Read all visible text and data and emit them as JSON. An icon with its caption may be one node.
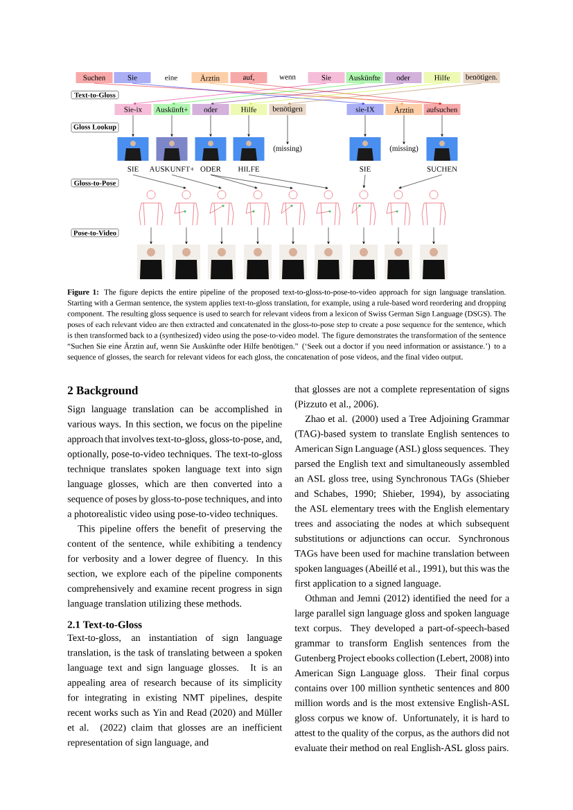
{
  "diagram": {
    "caption": "**Figure 1:** The figure depicts the entire pipeline of the proposed text-to-gloss-to-pose-to-video approach for sign language translation. Starting with a German sentence, the system applies text-to-gloss translation, for example, using a rule-based word reordering and dropping component. The resulting gloss sequence is used to search for relevant videos from a lexicon of Swiss German Sign Language (DSGS). The poses of each relevant video are then extracted and concatenated in the gloss-to-pose step to create a pose sequence for the sentence, which is then transformed back to a (synthesized) video using the pose-to-video model. The figure demonstrates the transformation of the sentence “Suchen Sie eine Ärztin auf, wenn Sie Auskünfte oder Hilfe benötigen.” (‘Seek out a doctor if you need information or assistance.’) to a sequence of glosses, the search for relevant videos for each gloss, the concatenation of pose videos, and the final video output.",
    "nodes": [
      {
        "text": [
          "Suchen"
        ]
      },
      {
        "text": [
          "Sie"
        ]
      },
      {
        "text": [
          "Ärztin"
        ]
      },
      {
        "text": [
          "auf,"
        ]
      },
      {
        "text": [
          "Sie"
        ]
      },
      {
        "text": [
          "Auskünfte"
        ]
      },
      {
        "text": [
          "oder"
        ]
      },
      {
        "text": [
          "Hilfe"
        ]
      },
      {
        "text": [
          "benötigen."
        ]
      },
      {
        "text": [
          "Sie-ix"
        ]
      },
      {
        "text": [
          "Auskünft+"
        ]
      },
      {
        "text": [
          "oder"
        ]
      },
      {
        "text": [
          "Hilfe"
        ]
      },
      {
        "text": [
          "benötigen"
        ]
      },
      {
        "text": [
          "sie-IX"
        ]
      },
      {
        "text": [
          "Ärztin"
        ]
      },
      {
        "text": [
          "aufsuchen"
        ]
      },
      {
        "text": [],
        "shape": "picture",
        "beside": [
          "SIE"
        ]
      },
      {
        "text": [],
        "shape": "picture",
        "beside": [
          "AUSKUNFT+"
        ]
      },
      {
        "text": [],
        "shape": "picture",
        "beside": [
          "ODER"
        ]
      },
      {
        "text": [],
        "shape": "picture",
        "beside": [
          "HILFE"
        ]
      },
      {
        "text": [
          "(missing)"
        ]
      },
      {
        "text": [],
        "shape": "picture",
        "beside": [
          "SIE"
        ]
      },
      {
        "text": [
          "(missing)"
        ]
      },
      {
        "text": [],
        "shape": "picture",
        "beside": [
          "SUCHEN"
        ]
      },
      {
        "text": [],
        "shape": "picture"
      },
      {
        "text": [],
        "shape": "picture"
      },
      {
        "text": [],
        "shape": "picture"
      },
      {
        "text": [],
        "shape": "picture"
      },
      {
        "text": [],
        "shape": "picture"
      },
      {
        "text": [],
        "shape": "picture"
      },
      {
        "text": [],
        "shape": "picture"
      },
      {
        "text": [],
        "shape": "picture"
      },
      {
        "text": [],
        "shape": "picture"
      },
      {
        "text": [],
        "shape": "picture"
      },
      {
        "text": [],
        "shape": "picture"
      },
      {
        "text": [],
        "shape": "picture"
      },
      {
        "text": [],
        "shape": "picture"
      },
      {
        "text": [],
        "shape": "picture"
      },
      {
        "text": [],
        "shape": "picture"
      },
      {
        "text": [],
        "shape": "picture"
      },
      {
        "text": [],
        "shape": "picture"
      },
      {
        "text": [],
        "shape": "picture"
      },
      {
        "text": [
          "Text-to-Gloss"
        ]
      },
      {
        "text": [
          "Gloss Lookup"
        ]
      },
      {
        "text": [
          "Gloss-to-Pose"
        ]
      },
      {
        "text": [
          "Pose-to-Video"
        ]
      }
    ],
    "edges": [
      {
        "from": 0,
        "to": 16,
        "arrow": "to",
        "color": "#e8202a"
      },
      {
        "from": 1,
        "to": 14,
        "arrow": "to",
        "color": "#2626e0"
      },
      {
        "from": 2,
        "to": 15,
        "arrow": "to",
        "color": "#f0a040"
      },
      {
        "from": 3,
        "to": 16,
        "arrow": "to",
        "color": "#e02828"
      },
      {
        "from": 4,
        "to": 9,
        "arrow": "to",
        "color": "#e0288a"
      },
      {
        "from": 5,
        "to": 10,
        "arrow": "to",
        "color": "#30e030"
      },
      {
        "from": 6,
        "to": 11,
        "arrow": "to",
        "color": "#702080"
      },
      {
        "from": 7,
        "to": 12,
        "arrow": "to",
        "color": "#c8f020"
      },
      {
        "from": 8,
        "to": 13,
        "arrow": "to",
        "color": "#b08050"
      },
      {
        "from": 9,
        "to": 17,
        "arrow": "to"
      },
      {
        "from": 10,
        "to": 18,
        "arrow": "to"
      },
      {
        "from": 11,
        "to": 19,
        "arrow": "to"
      },
      {
        "from": 12,
        "to": 20,
        "arrow": "to"
      },
      {
        "from": 13,
        "to": 21,
        "arrow": "to"
      },
      {
        "from": 14,
        "to": 22,
        "arrow": "to"
      },
      {
        "from": 15,
        "to": 23,
        "arrow": "to"
      },
      {
        "from": 16,
        "to": 24,
        "arrow": "to"
      },
      {
        "from": 17,
        "to": 26,
        "arrow": "to"
      },
      {
        "from": 18,
        "to": 27,
        "arrow": "to"
      },
      {
        "from": 19,
        "to": 28,
        "arrow": "to"
      },
      {
        "from": 19,
        "to": 29,
        "arrow": "to"
      },
      {
        "from": 20,
        "to": 30,
        "arrow": "to"
      },
      {
        "from": 22,
        "to": 31,
        "arrow": "to"
      },
      {
        "from": 24,
        "to": 32,
        "arrow": "to"
      },
      {
        "from": 25,
        "to": 34,
        "arrow": "to"
      },
      {
        "from": 26,
        "to": 35,
        "arrow": "to"
      },
      {
        "from": 27,
        "to": 36,
        "arrow": "to"
      },
      {
        "from": 28,
        "to": 37,
        "arrow": "to"
      },
      {
        "from": 29,
        "to": 38,
        "arrow": "to"
      },
      {
        "from": 30,
        "to": 39,
        "arrow": "to"
      },
      {
        "from": 31,
        "to": 40,
        "arrow": "to"
      },
      {
        "from": 32,
        "to": 41,
        "arrow": "to"
      },
      {
        "from": 33,
        "to": 42,
        "arrow": "to"
      }
    ],
    "labels": [
      "eine",
      "wenn",
      "2 Background",
      "Sign language translation can be accomplished in various ways. In this section, we focus on the pipeline approach that involves text-to-gloss, gloss-to-pose, and, optionally, pose-to-video techniques. The text-to-gloss technique translates spoken language text into sign language glosses, which are then converted into a sequence of poses by gloss-to-pose techniques, and into a photorealistic video using pose-to-video techniques.",
      "This pipeline offers the benefit of preserving the content of the sentence, while exhibiting a tendency for verbosity and a lower degree of fluency. In this section, we explore each of the pipeline components comprehensively and examine recent progress in sign language translation utilizing these methods.",
      "2.1 Text-to-Gloss",
      "Text-to-gloss, an instantiation of sign language translation, is the task of translating between a spoken language text and sign language glosses. It is an appealing area of research because of its simplicity for integrating in existing NMT pipelines, despite recent works such as Yin and Read (2020) and Müller et al. (2022) claim that glosses are an inefficient representation of sign language, and",
      "that glosses are not a complete representation of signs (Pizzuto et al., 2006).",
      "Zhao et al. (2000) used a Tree Adjoining Grammar (TAG)-based system to translate English sentences to American Sign Language (ASL) gloss sequences. They parsed the English text and simultaneously assembled an ASL gloss tree, using Synchronous TAGs (Shieber and Schabes, 1990; Shieber, 1994), by associating the ASL elementary trees with the English elementary trees and associating the nodes at which subsequent substitutions or adjunctions can occur. Synchronous TAGs have been used for machine translation between spoken languages (Abeillé et al., 1991), but this was the first application to a signed language.",
      "Othman and Jemni (2012) identified the need for a large parallel sign language gloss and spoken language text corpus. They developed a part-of-speech-based grammar to transform English sentences from the Gutenberg Project ebooks collection (Lebert, 2008) into American Sign Language gloss. Their final corpus contains over 100 million synthetic sentences and 800 million words and is the most extensive English-ASL gloss corpus we know of. Unfortunately, it is hard to attest to the quality of the corpus, as the authors did not evaluate their method on real English-ASL gloss pairs."
    ]
  }
}
